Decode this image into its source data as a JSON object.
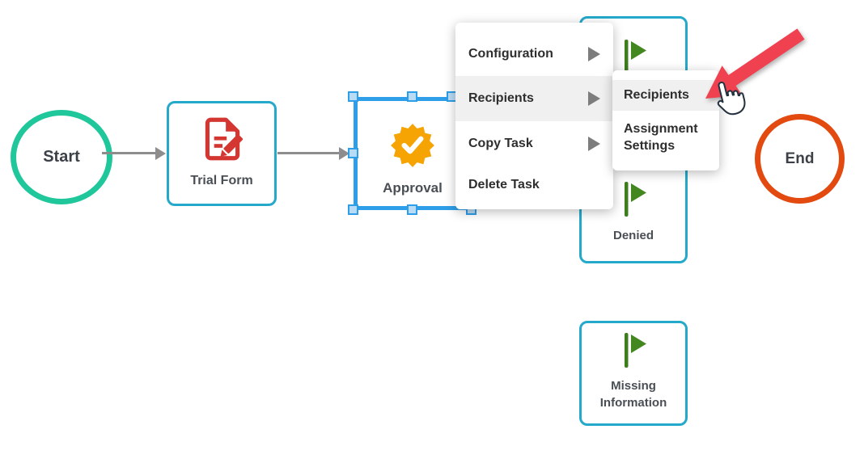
{
  "nodes": {
    "start": {
      "label": "Start",
      "border_color": "#1fc79b"
    },
    "trial_form": {
      "label": "Trial Form",
      "icon": "form-document-icon",
      "icon_color": "#d43732"
    },
    "approval": {
      "label": "Approval",
      "icon": "approval-badge-icon",
      "icon_color": "#f6a404",
      "selected": true
    },
    "outcome_top": {
      "icon": "green-flag-icon"
    },
    "denied": {
      "label": "Denied",
      "icon": "green-flag-icon"
    },
    "missing_information": {
      "label": "Missing Information",
      "icon": "green-flag-icon"
    },
    "end": {
      "label": "End",
      "border_color": "#e24a0f"
    }
  },
  "context_menu": {
    "items": [
      {
        "label": "Configuration",
        "has_submenu": true,
        "highlighted": false
      },
      {
        "label": "Recipients",
        "has_submenu": true,
        "highlighted": true
      },
      {
        "label": "Copy Task",
        "has_submenu": true,
        "highlighted": false
      },
      {
        "label": "Delete Task",
        "has_submenu": false,
        "highlighted": false
      }
    ]
  },
  "submenu": {
    "items": [
      {
        "label": "Recipients",
        "highlighted": true
      },
      {
        "label": "Assignment Settings",
        "highlighted": false
      }
    ]
  },
  "annotation": {
    "arrow_color": "#ef4150",
    "cursor": "hand-pointer-cursor"
  },
  "colors": {
    "node_border_teal": "#25a9cb",
    "start_green": "#1fc79b",
    "end_orange": "#e24a0f",
    "selection_blue": "#2e9ee8",
    "selection_handle_fill": "#b9dcf6",
    "flag_green": "#42871f",
    "badge_orange": "#f6a404",
    "document_red": "#d43732",
    "connector_gray": "#8d8d8d",
    "menu_highlight": "#f0f0f0",
    "annotation_red": "#ef4150"
  }
}
